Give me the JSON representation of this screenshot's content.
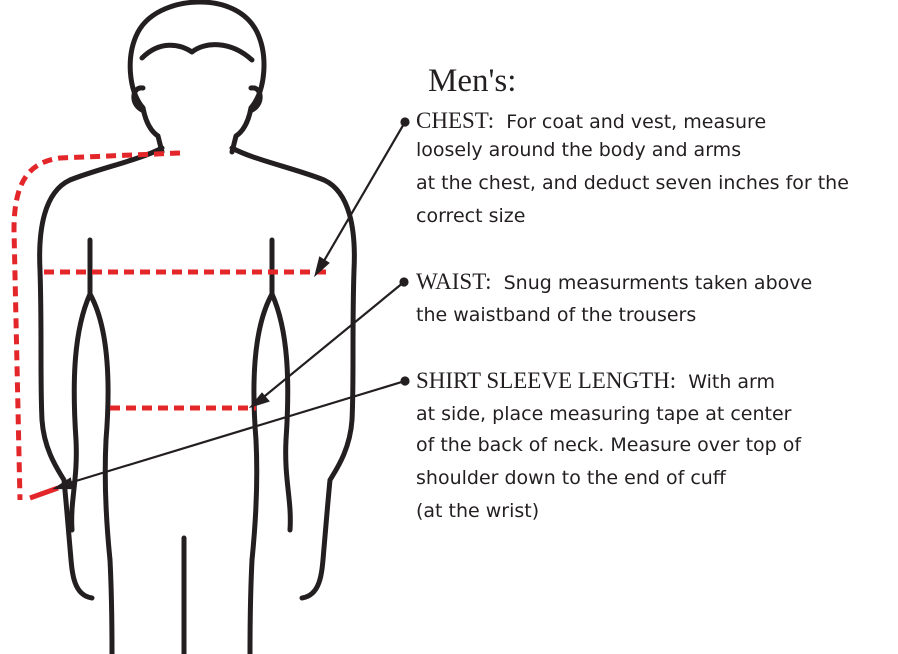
{
  "title": "Men's:",
  "colors": {
    "ink": "#231f20",
    "measure": "#e3262a",
    "background": "#ffffff"
  },
  "sections": [
    {
      "heading": "CHEST:",
      "lines": [
        "For coat and vest, measure",
        "loosely around the body and arms",
        "at the chest, and deduct seven inches for the",
        "correct size"
      ]
    },
    {
      "heading": "WAIST:",
      "lines": [
        "Snug measurments taken above",
        "the waistband of the trousers"
      ]
    },
    {
      "heading": "SHIRT SLEEVE LENGTH:",
      "lines": [
        "With arm",
        "at side, place measuring tape at center",
        "of the back of neck.  Measure over top of",
        "shoulder down to the end of cuff",
        "(at the wrist)"
      ]
    }
  ]
}
